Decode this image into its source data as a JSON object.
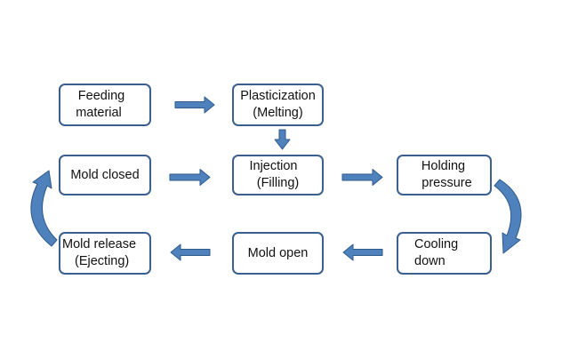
{
  "diagram": {
    "nodes": {
      "feeding": {
        "lines": [
          "Feeding",
          "material"
        ]
      },
      "plasticize": {
        "lines": [
          "Plasticization",
          "(Melting)"
        ]
      },
      "mold_closed": {
        "lines": [
          "Mold closed"
        ]
      },
      "injection": {
        "lines": [
          "Injection",
          "(Filling)"
        ]
      },
      "holding": {
        "lines": [
          "Holding",
          "pressure"
        ]
      },
      "mold_release": {
        "lines": [
          "Mold release",
          "(Ejecting)"
        ]
      },
      "mold_open": {
        "lines": [
          "Mold open"
        ]
      },
      "cooling": {
        "lines": [
          "Cooling",
          "down"
        ]
      }
    },
    "edges": [
      {
        "from": "Feeding material",
        "to": "Plasticization (Melting)"
      },
      {
        "from": "Plasticization (Melting)",
        "to": "Injection (Filling)"
      },
      {
        "from": "Mold closed",
        "to": "Injection (Filling)"
      },
      {
        "from": "Injection (Filling)",
        "to": "Holding pressure"
      },
      {
        "from": "Holding pressure",
        "to": "Cooling down"
      },
      {
        "from": "Cooling down",
        "to": "Mold open"
      },
      {
        "from": "Mold open",
        "to": "Mold release (Ejecting)"
      },
      {
        "from": "Mold release (Ejecting)",
        "to": "Mold closed"
      }
    ],
    "colors": {
      "arrow_fill": "#4f81bd",
      "arrow_stroke": "#2e5a8c",
      "box_border": "#3b5f8f",
      "text": "#111111",
      "background": "#ffffff"
    }
  }
}
